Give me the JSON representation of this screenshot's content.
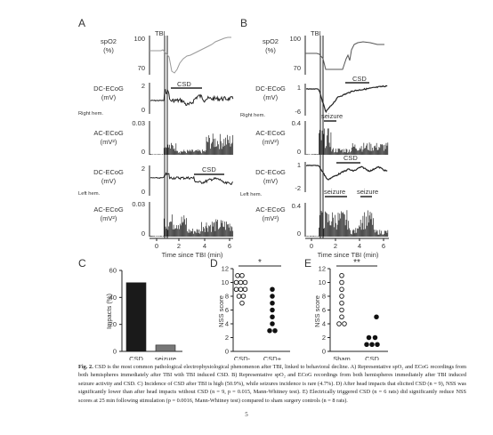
{
  "panel_letters": [
    "A",
    "B",
    "C",
    "D",
    "E"
  ],
  "panel_A": {
    "tbi_label": "TBI",
    "spo2_label": "spO2",
    "spo2_unit": "(%)",
    "spo2_ticks": [
      "100",
      "70"
    ],
    "dc_label": "DC-ECoG",
    "dc_unit": "(mV)",
    "dc_ticks": [
      "2",
      "0"
    ],
    "right_hem": "Right hem.",
    "ac_label": "AC-ECoG",
    "ac_unit": "(mV²)",
    "ac_ticks": [
      "0.03",
      "0"
    ],
    "csd_label": "CSD",
    "dc2_ticks": [
      "2",
      "0"
    ],
    "left_hem": "Left hem.",
    "ac2_ticks": [
      "0.03",
      "0"
    ],
    "csd2_label": "CSD",
    "x_ticks": [
      "0",
      "2",
      "4",
      "6"
    ],
    "x_label": "Time since TBI (min)"
  },
  "panel_B": {
    "tbi_label": "TBI",
    "spo2_label": "spO2",
    "spo2_unit": "(%)",
    "spo2_ticks": [
      "100",
      "70"
    ],
    "dc_label": "DC-ECoG",
    "dc_unit": "(mV)",
    "dc_ticks": [
      "1",
      "-6"
    ],
    "right_hem": "Right hem.",
    "csd_label": "CSD",
    "seizure_label": "seizure",
    "ac_label": "AC-ECoG",
    "ac_unit": "(mV²)",
    "ac_ticks": [
      "0.4",
      "0"
    ],
    "dc2_ticks": [
      "1",
      "-2"
    ],
    "left_hem": "Left hem.",
    "csd2_label": "CSD",
    "seizure2a": "seizure",
    "seizure2b": "seizure",
    "ac2_ticks": [
      "0.4",
      "0"
    ],
    "x_ticks": [
      "0",
      "2",
      "4",
      "6"
    ],
    "x_label": "Time since TBI (min)"
  },
  "chart_data": [
    {
      "type": "bar",
      "panel": "C",
      "categories": [
        "CSD",
        "seizure"
      ],
      "values": [
        50.9,
        4.7
      ],
      "ylabel": "Impacts (%)",
      "yticks": [
        "60",
        "40",
        "20",
        "0"
      ],
      "ylim": [
        0,
        60
      ],
      "colors": [
        "#1a1a1a",
        "#777777"
      ]
    },
    {
      "type": "scatter",
      "panel": "D",
      "categories": [
        "CSD-",
        "CSD+"
      ],
      "ylabel": "NSS score",
      "yticks": [
        "12",
        "10",
        "8",
        "6",
        "4",
        "2",
        "0"
      ],
      "ylim": [
        0,
        12
      ],
      "significance": "*",
      "series": [
        {
          "category": "CSD-",
          "filled": false,
          "points": [
            [
              -1,
              11
            ],
            [
              0,
              11
            ],
            [
              -1.3,
              10
            ],
            [
              -0.3,
              10
            ],
            [
              0.7,
              10
            ],
            [
              -1.3,
              9
            ],
            [
              -0.3,
              9
            ],
            [
              0.7,
              9
            ],
            [
              -0.7,
              8
            ],
            [
              0.3,
              8
            ],
            [
              0,
              7
            ]
          ]
        },
        {
          "category": "CSD+",
          "filled": true,
          "points": [
            [
              0,
              9
            ],
            [
              0,
              8
            ],
            [
              0,
              7
            ],
            [
              0,
              6
            ],
            [
              0,
              5
            ],
            [
              0,
              4
            ],
            [
              -0.6,
              3
            ],
            [
              0.6,
              3
            ]
          ]
        }
      ]
    },
    {
      "type": "scatter",
      "panel": "E",
      "categories": [
        "Sham",
        "CSD"
      ],
      "ylabel": "NSS score",
      "yticks": [
        "12",
        "10",
        "8",
        "6",
        "4",
        "2",
        "0"
      ],
      "ylim": [
        0,
        12
      ],
      "significance": "**",
      "series": [
        {
          "category": "Sham",
          "filled": false,
          "points": [
            [
              0,
              11
            ],
            [
              0,
              10
            ],
            [
              0,
              9
            ],
            [
              0,
              8
            ],
            [
              0,
              7
            ],
            [
              0,
              6
            ],
            [
              0,
              5
            ],
            [
              -0.6,
              4
            ],
            [
              0.6,
              4
            ]
          ]
        },
        {
          "category": "CSD",
          "filled": true,
          "points": [
            [
              1,
              5
            ],
            [
              -0.7,
              2
            ],
            [
              0.7,
              2
            ],
            [
              -1.2,
              1
            ],
            [
              0,
              1
            ],
            [
              1.2,
              1
            ]
          ]
        }
      ]
    }
  ],
  "caption": {
    "lead": "Fig. 2.",
    "text": " CSD is the most common pathological electrophysiological phenomenon after TBI, linked to behavioral decline. A) Representative spO₂ and ECoG recordings from both hemispheres immediately after TBI with TBI induced CSD. B) Representative spO₂ and ECoG recordings from both hemispheres immediately after TBI induced seizure activity and CSD. C) Incidence of CSD after TBI is high (50.9%), while seizures incidence is rare (4.7%). D) After head impacts that elicited CSD (n = 9), NSS was significantly lower than after head impacts without CSD (n = 9, p = 0.015, Mann-Whitney test). E) Electrically triggered CSD (n = 6 rats) did significantly reduce NSS scores at 25 min following stimulation (p = 0.0016, Mann-Whitney test) compared to sham surgery controls (n = 8 rats)."
  },
  "page_number": "5"
}
